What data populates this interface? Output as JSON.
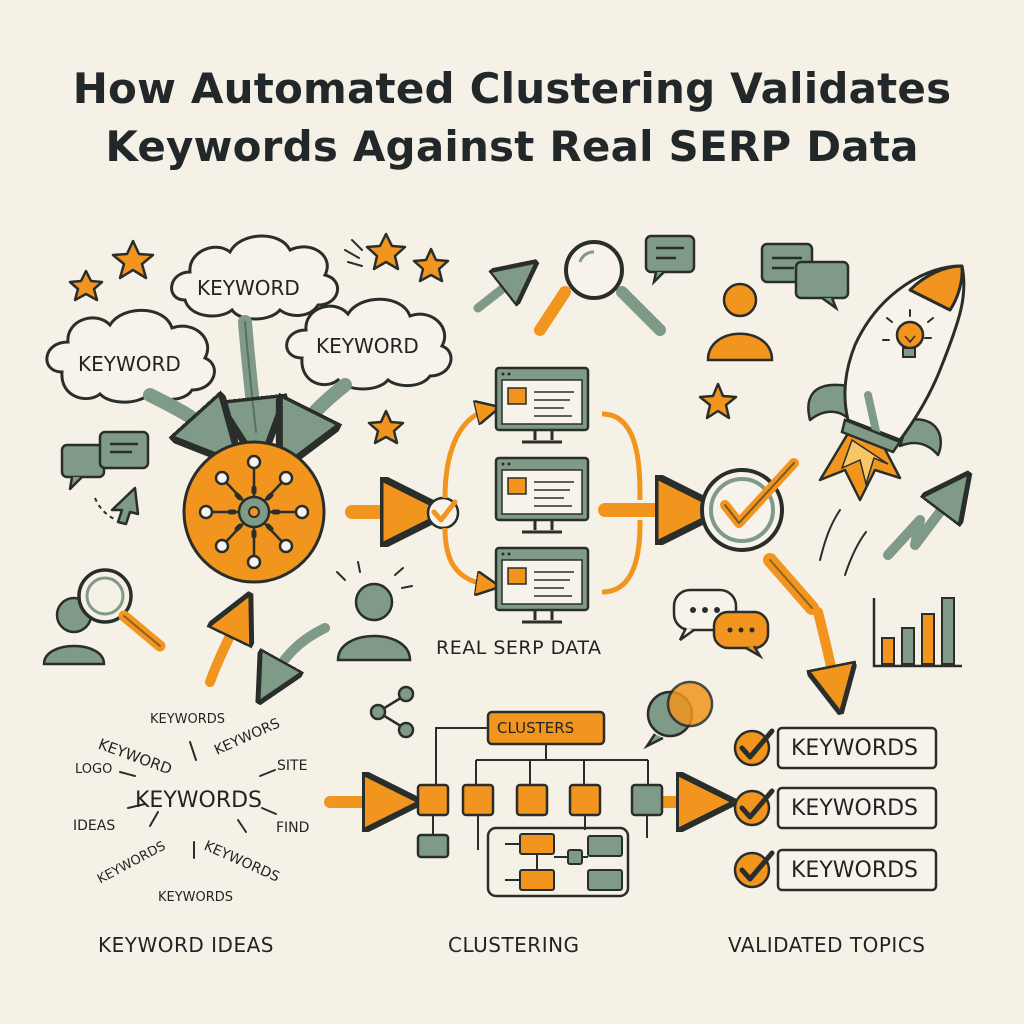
{
  "title": {
    "line1": "How Automated Clustering Validates",
    "line2": "Keywords Against Real SERP Data"
  },
  "clouds": [
    "KEYWORD",
    "KEYWORD",
    "KEYWORD"
  ],
  "serp_label": "REAL SERP DATA",
  "clusters_label": "CLUSTERS",
  "keyword_ideas": {
    "words": [
      "KEYWORDS",
      "KEYWORD",
      "KEYWORS",
      "LOGO",
      "SITE",
      "KEYWORDS",
      "IDEAS",
      "FIND",
      "KEYWORDS",
      "KEYWORDS",
      "KEYWORDS"
    ]
  },
  "validated": [
    "KEYWORDS",
    "KEYWORDS",
    "KEYWORDS"
  ],
  "captions": {
    "ideas": "KEYWORD IDEAS",
    "clustering": "CLUSTERING",
    "validated": "VALIDATED TOPICS"
  },
  "colors": {
    "orange": "#f2951f",
    "sage": "#7f9a86",
    "ink": "#2a2e2b",
    "background": "#f6f1e6"
  },
  "icons": [
    "star-icon",
    "cloud-icon",
    "chat-bubble-icon",
    "cursor-icon",
    "magnifier-icon",
    "user-icon",
    "hub-gear-icon",
    "monitor-icon",
    "check-icon",
    "rocket-icon",
    "lightbulb-icon",
    "bar-chart-icon",
    "share-icon",
    "zigzag-arrow-icon"
  ]
}
